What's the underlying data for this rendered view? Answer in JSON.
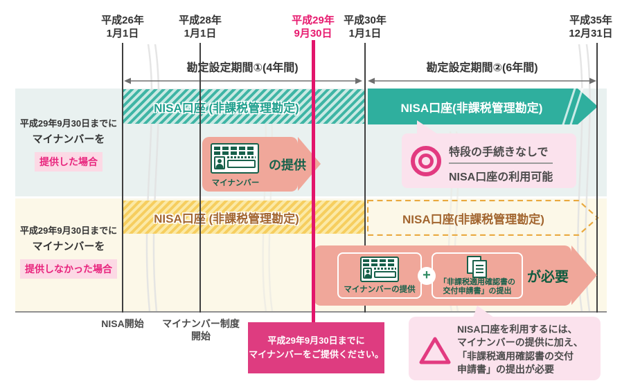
{
  "timeline": {
    "dates": [
      {
        "line1": "平成26年",
        "line2": "1月1日"
      },
      {
        "line1": "平成28年",
        "line2": "1月1日"
      },
      {
        "line1": "平成29年",
        "line2": "9月30日"
      },
      {
        "line1": "平成30年",
        "line2": "1月1日"
      },
      {
        "line1": "平成35年",
        "line2": "12月31日"
      }
    ],
    "periods": [
      {
        "label": "勘定設定期間①(4年間)"
      },
      {
        "label": "勘定設定期間②(6年間)"
      }
    ]
  },
  "rows": [
    {
      "case_line1": "平成29年9月30日までに",
      "case_line2": "マイナンバーを",
      "case_highlight": "提供した場合",
      "banner_left": "NISA口座 (非課税管理勘定)",
      "banner_right": "NISA口座(非課税管理勘定)",
      "card_caption": "マイナンバー",
      "provide_label": "の提供",
      "note_line1": "特段の手続きなしで",
      "note_line2": "NISA口座の利用可能"
    },
    {
      "case_line1": "平成29年9月30日までに",
      "case_line2": "マイナンバーを",
      "case_highlight": "提供しなかった場合",
      "banner_left": "NISA口座 (非課税管理勘定)",
      "banner_right": "NISA口座(非課税管理勘定)",
      "item1_label": "マイナンバーの提供",
      "plus_label": "+",
      "item2_line1": "「非課税適用確認書の",
      "item2_line2": "交付申請書」の提出",
      "required_label": "が必要"
    }
  ],
  "footer": {
    "milestone1": "NISA開始",
    "milestone2_line1": "マイナンバー制度",
    "milestone2_line2": "開始",
    "callout_line1": "平成29年9月30日までに",
    "callout_line2": "マイナンバーをご提供ください。",
    "warning_line1": "NISA口座を利用するには、",
    "warning_line2": "マイナンバーの提供に加え、",
    "warning_line3": "「非課税適用確認書の交付",
    "warning_line4": "申請書」の提出が必要"
  },
  "colors": {
    "teal": "#2FAF9E",
    "teal_hatch": "#3FB5A5",
    "yellow_hatch": "#F6CE5F",
    "salmon": "#F0A79A",
    "magenta": "#DE3C80",
    "pink_line": "#E2156B",
    "pink_light": "#FBE2ED",
    "pink_chip": "#FCD9E5",
    "green_dark": "#17604A",
    "brown": "#A2652F",
    "gray_text": "#4A4A4A"
  }
}
